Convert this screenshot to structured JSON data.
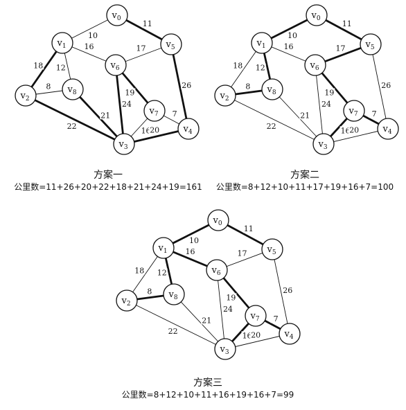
{
  "nodes": [
    {
      "id": "v0",
      "label": "v",
      "sub": "0"
    },
    {
      "id": "v1",
      "label": "v",
      "sub": "1"
    },
    {
      "id": "v2",
      "label": "v",
      "sub": "2"
    },
    {
      "id": "v3",
      "label": "v",
      "sub": "3"
    },
    {
      "id": "v4",
      "label": "v",
      "sub": "4"
    },
    {
      "id": "v5",
      "label": "v",
      "sub": "5"
    },
    {
      "id": "v6",
      "label": "v",
      "sub": "6"
    },
    {
      "id": "v7",
      "label": "v",
      "sub": "7"
    },
    {
      "id": "v8",
      "label": "v",
      "sub": "8"
    }
  ],
  "edges": [
    {
      "id": "e01",
      "from": "v0",
      "to": "v1",
      "weight": "10"
    },
    {
      "id": "e05",
      "from": "v0",
      "to": "v5",
      "weight": "11"
    },
    {
      "id": "e16",
      "from": "v1",
      "to": "v6",
      "weight": "16"
    },
    {
      "id": "e18",
      "from": "v1",
      "to": "v8",
      "weight": "12"
    },
    {
      "id": "e12",
      "from": "v1",
      "to": "v2",
      "weight": "18"
    },
    {
      "id": "e65",
      "from": "v6",
      "to": "v5",
      "weight": "17"
    },
    {
      "id": "e54",
      "from": "v5",
      "to": "v4",
      "weight": "26"
    },
    {
      "id": "e28",
      "from": "v2",
      "to": "v8",
      "weight": "8"
    },
    {
      "id": "e23",
      "from": "v2",
      "to": "v3",
      "weight": "22"
    },
    {
      "id": "e83",
      "from": "v8",
      "to": "v3",
      "weight": "21"
    },
    {
      "id": "e63",
      "from": "v6",
      "to": "v3",
      "weight": "24"
    },
    {
      "id": "e67",
      "from": "v6",
      "to": "v7",
      "weight": "19"
    },
    {
      "id": "e73",
      "from": "v7",
      "to": "v3",
      "weight": "16"
    },
    {
      "id": "e74",
      "from": "v7",
      "to": "v4",
      "weight": "7"
    },
    {
      "id": "e34",
      "from": "v3",
      "to": "v4",
      "weight": "20"
    }
  ],
  "schemes": [
    {
      "title": "方案一",
      "formula": "公里数=11+26+20+22+18+21+24+19=161",
      "highlighted": [
        "e05",
        "e54",
        "e34",
        "e23",
        "e12",
        "e83",
        "e63",
        "e67"
      ]
    },
    {
      "title": "方案二",
      "formula": "公里数=8+12+10+11+17+19+16+7=100",
      "highlighted": [
        "e28",
        "e18",
        "e01",
        "e05",
        "e65",
        "e67",
        "e73",
        "e74"
      ]
    },
    {
      "title": "方案三",
      "formula": "公里数=8+12+10+11+16+19+16+7=99",
      "highlighted": [
        "e28",
        "e18",
        "e01",
        "e05",
        "e16",
        "e67",
        "e73",
        "e74"
      ]
    }
  ]
}
